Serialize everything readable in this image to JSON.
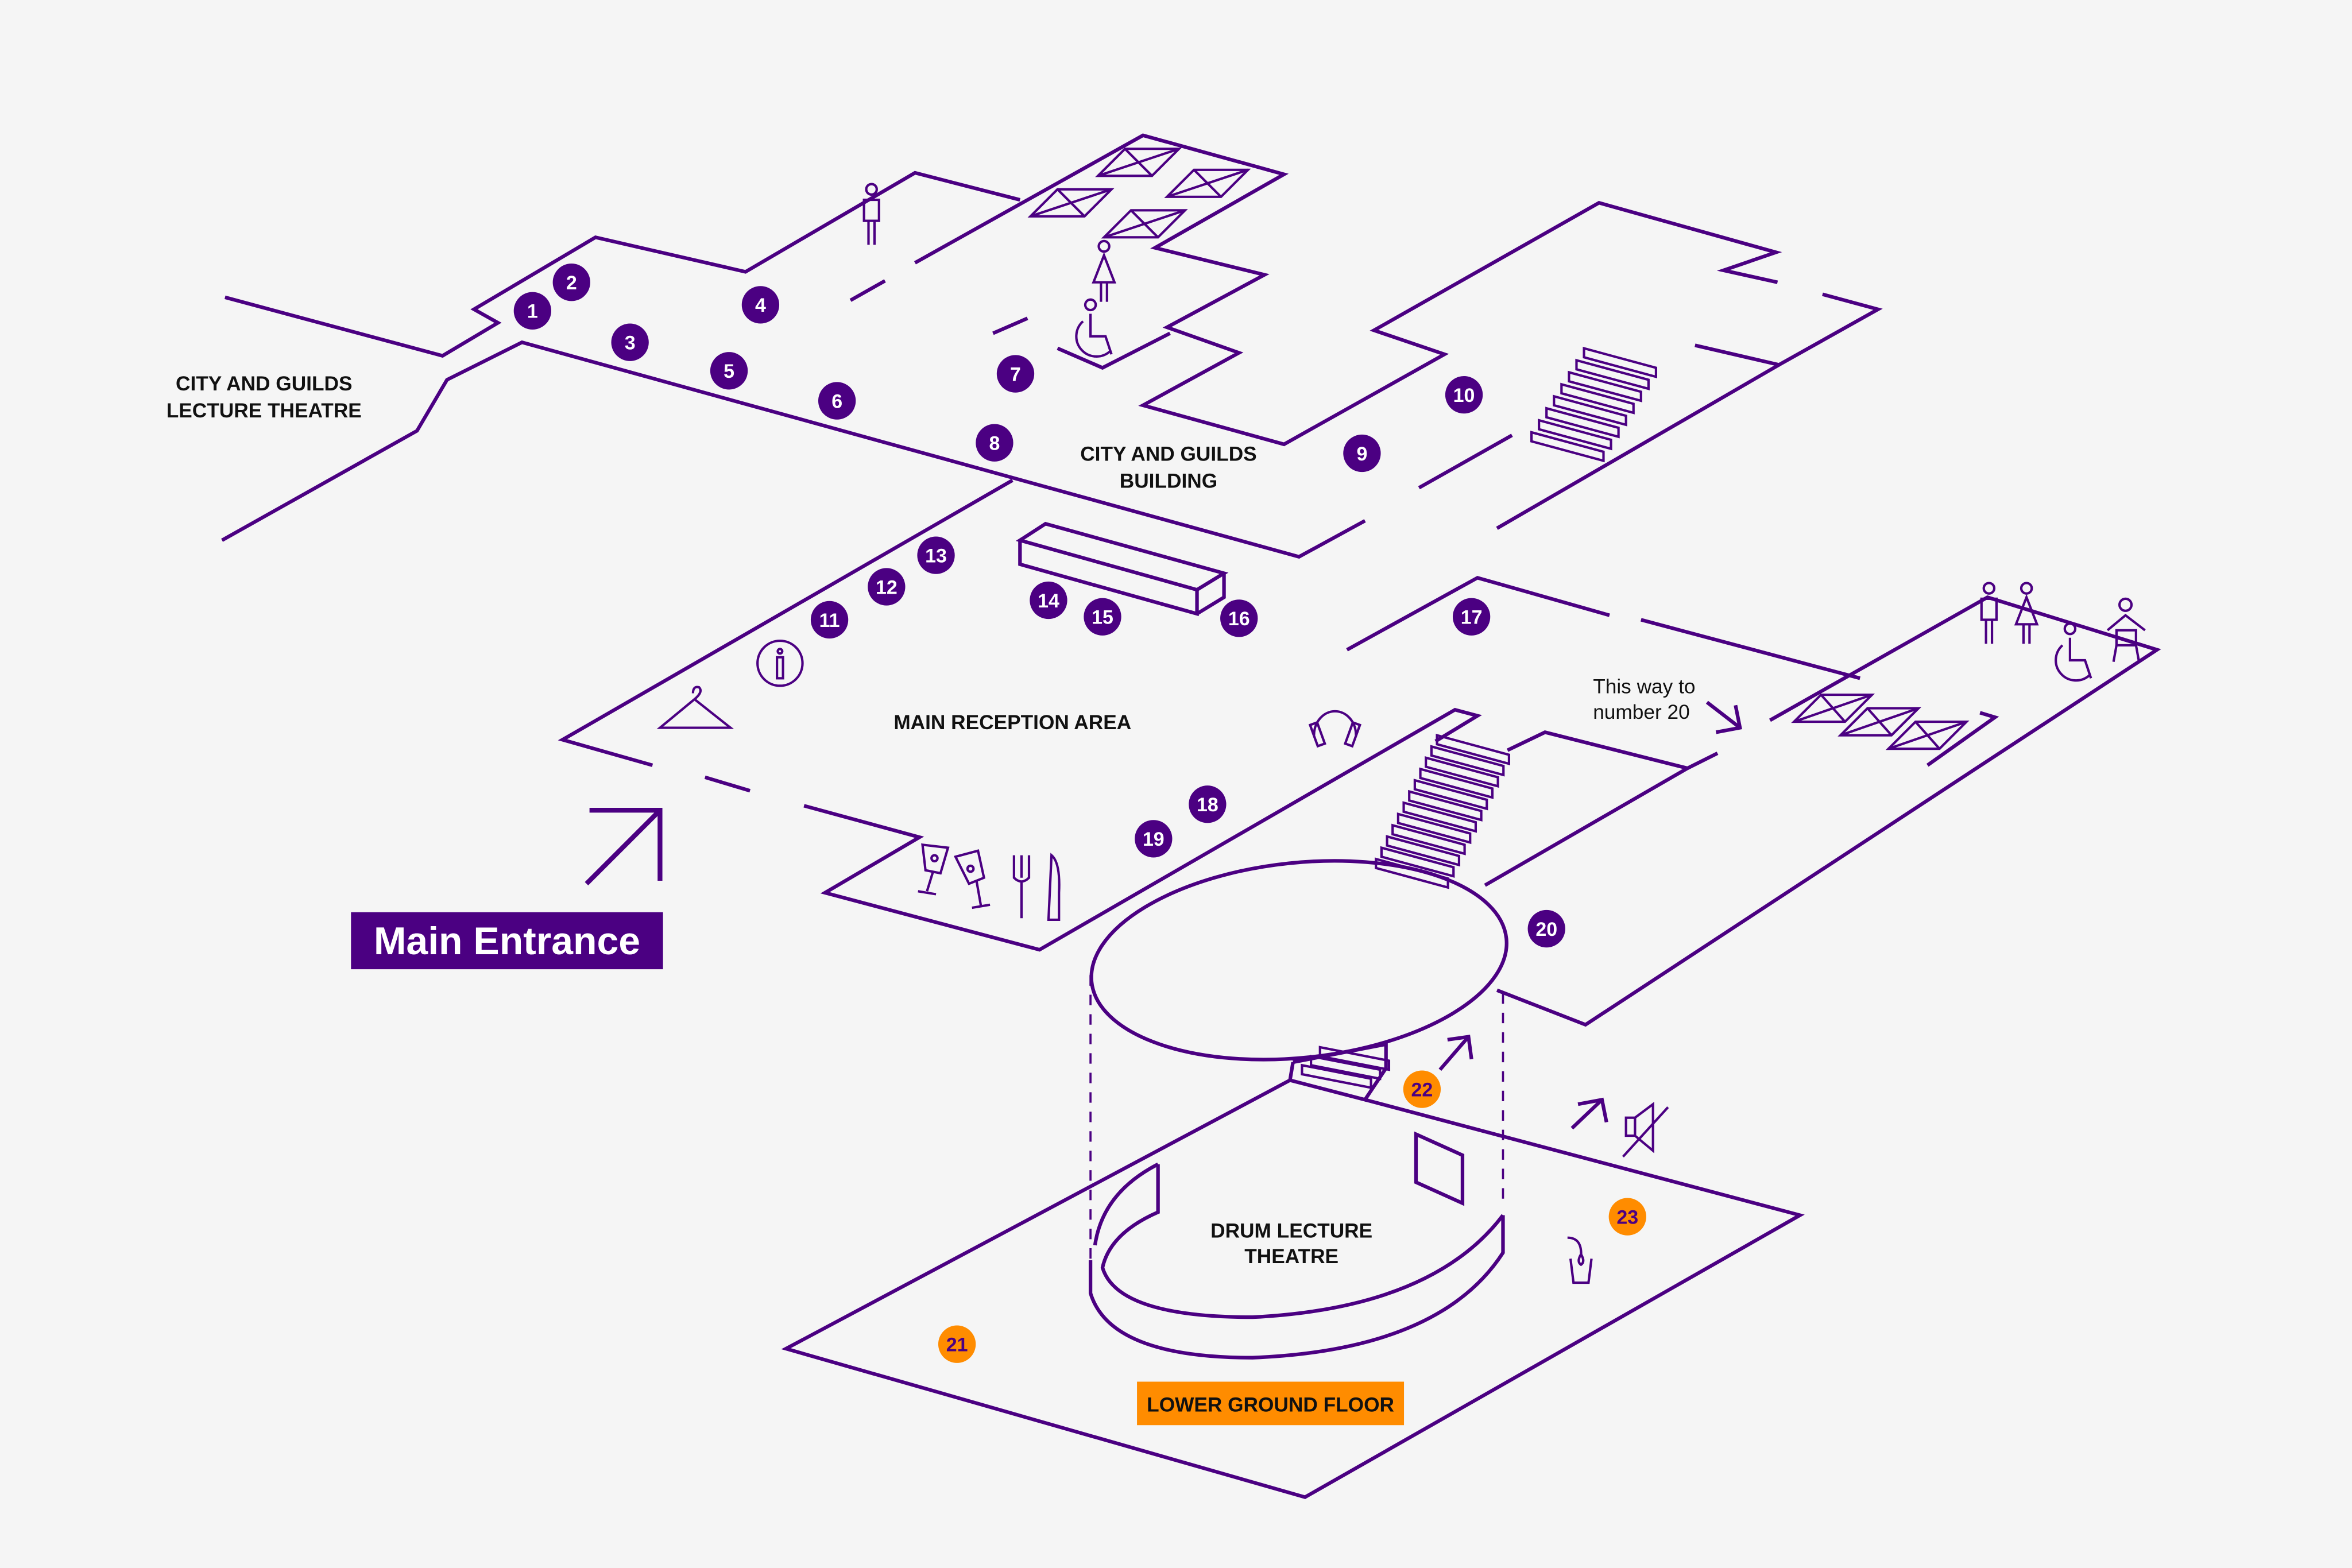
{
  "colors": {
    "primary": "#4b0082",
    "accent": "#ff8c00",
    "background": "#f5f5f5",
    "text": "#111111"
  },
  "labels": {
    "city_guilds_lecture_theatre": [
      "CITY AND GUILDS",
      "LECTURE THEATRE"
    ],
    "city_guilds_building": [
      "CITY AND GUILDS",
      "BUILDING"
    ],
    "main_reception": "MAIN RECEPTION AREA",
    "this_way": [
      "This way to",
      "number 20"
    ],
    "drum_lecture_theatre": [
      "DRUM LECTURE",
      "THEATRE"
    ],
    "lower_ground_floor": "LOWER GROUND FLOOR",
    "main_entrance": "Main Entrance"
  },
  "markers": {
    "ground": [
      "1",
      "2",
      "3",
      "4",
      "5",
      "6",
      "7",
      "8",
      "9",
      "10",
      "11",
      "12",
      "13",
      "14",
      "15",
      "16",
      "17",
      "18",
      "19",
      "20"
    ],
    "lower_ground": [
      "21",
      "22",
      "23"
    ]
  },
  "icons": [
    "toilet-male-icon",
    "toilet-female-icon",
    "accessible-toilet-icon",
    "stairs-icon",
    "information-icon",
    "cloakroom-hanger-icon",
    "drinks-icon",
    "cutlery-icon",
    "headphones-icon",
    "baby-change-icon",
    "mute-icon",
    "water-fountain-icon",
    "arrow-icon"
  ]
}
